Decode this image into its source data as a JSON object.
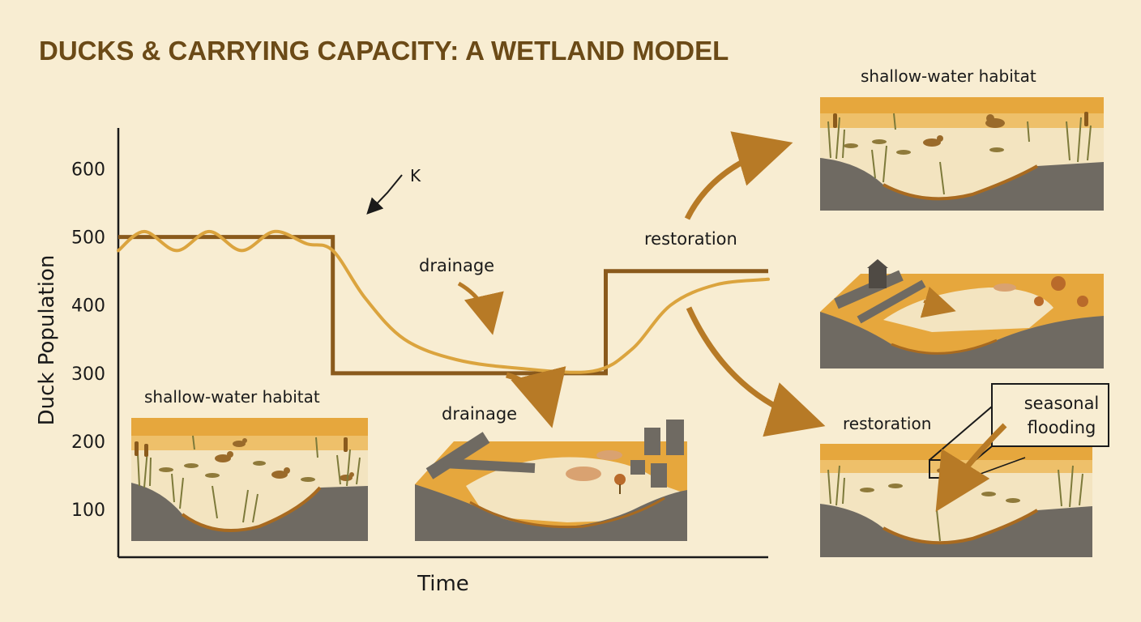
{
  "title": "DUCKS & CARRYING CAPACITY: A WETLAND MODEL",
  "chart_data": {
    "type": "line",
    "xlabel": "Time",
    "ylabel": "Duck Population",
    "y_ticks": [
      "100",
      "200",
      "300",
      "400",
      "500",
      "600"
    ],
    "ylim": [
      30,
      660
    ],
    "series": [
      {
        "role": "carrying-capacity",
        "values": [
          [
            0,
            500
          ],
          [
            0.33,
            500
          ],
          [
            0.33,
            300
          ],
          [
            0.75,
            300
          ],
          [
            0.75,
            450
          ],
          [
            1.0,
            450
          ]
        ]
      },
      {
        "role": "population",
        "values": [
          [
            0,
            480
          ],
          [
            0.04,
            508
          ],
          [
            0.09,
            480
          ],
          [
            0.14,
            508
          ],
          [
            0.19,
            480
          ],
          [
            0.24,
            508
          ],
          [
            0.29,
            490
          ],
          [
            0.33,
            480
          ],
          [
            0.38,
            410
          ],
          [
            0.44,
            350
          ],
          [
            0.52,
            320
          ],
          [
            0.62,
            307
          ],
          [
            0.73,
            303
          ],
          [
            0.79,
            335
          ],
          [
            0.85,
            400
          ],
          [
            0.92,
            430
          ],
          [
            1.0,
            438
          ]
        ]
      }
    ]
  },
  "annotations": {
    "k": "K",
    "drainage_curve": "drainage",
    "restoration_curve": "restoration"
  },
  "panels": {
    "habitat_left": "shallow-water habitat",
    "drainage_scene": "drainage",
    "habitat_right": "shallow-water habitat",
    "restoration_scene": "restoration",
    "seasonal_line1": "seasonal",
    "seasonal_line2": "flooding"
  },
  "colors": {
    "background": "#f8edd2",
    "title": "#6b4a17",
    "capacity_line": "#8a5a1c",
    "population_line": "#dba43e",
    "arrow": "#b77a26",
    "soil": "#6f6a62",
    "water": "#f3e4c0",
    "sky_band": "#e6a73d"
  }
}
